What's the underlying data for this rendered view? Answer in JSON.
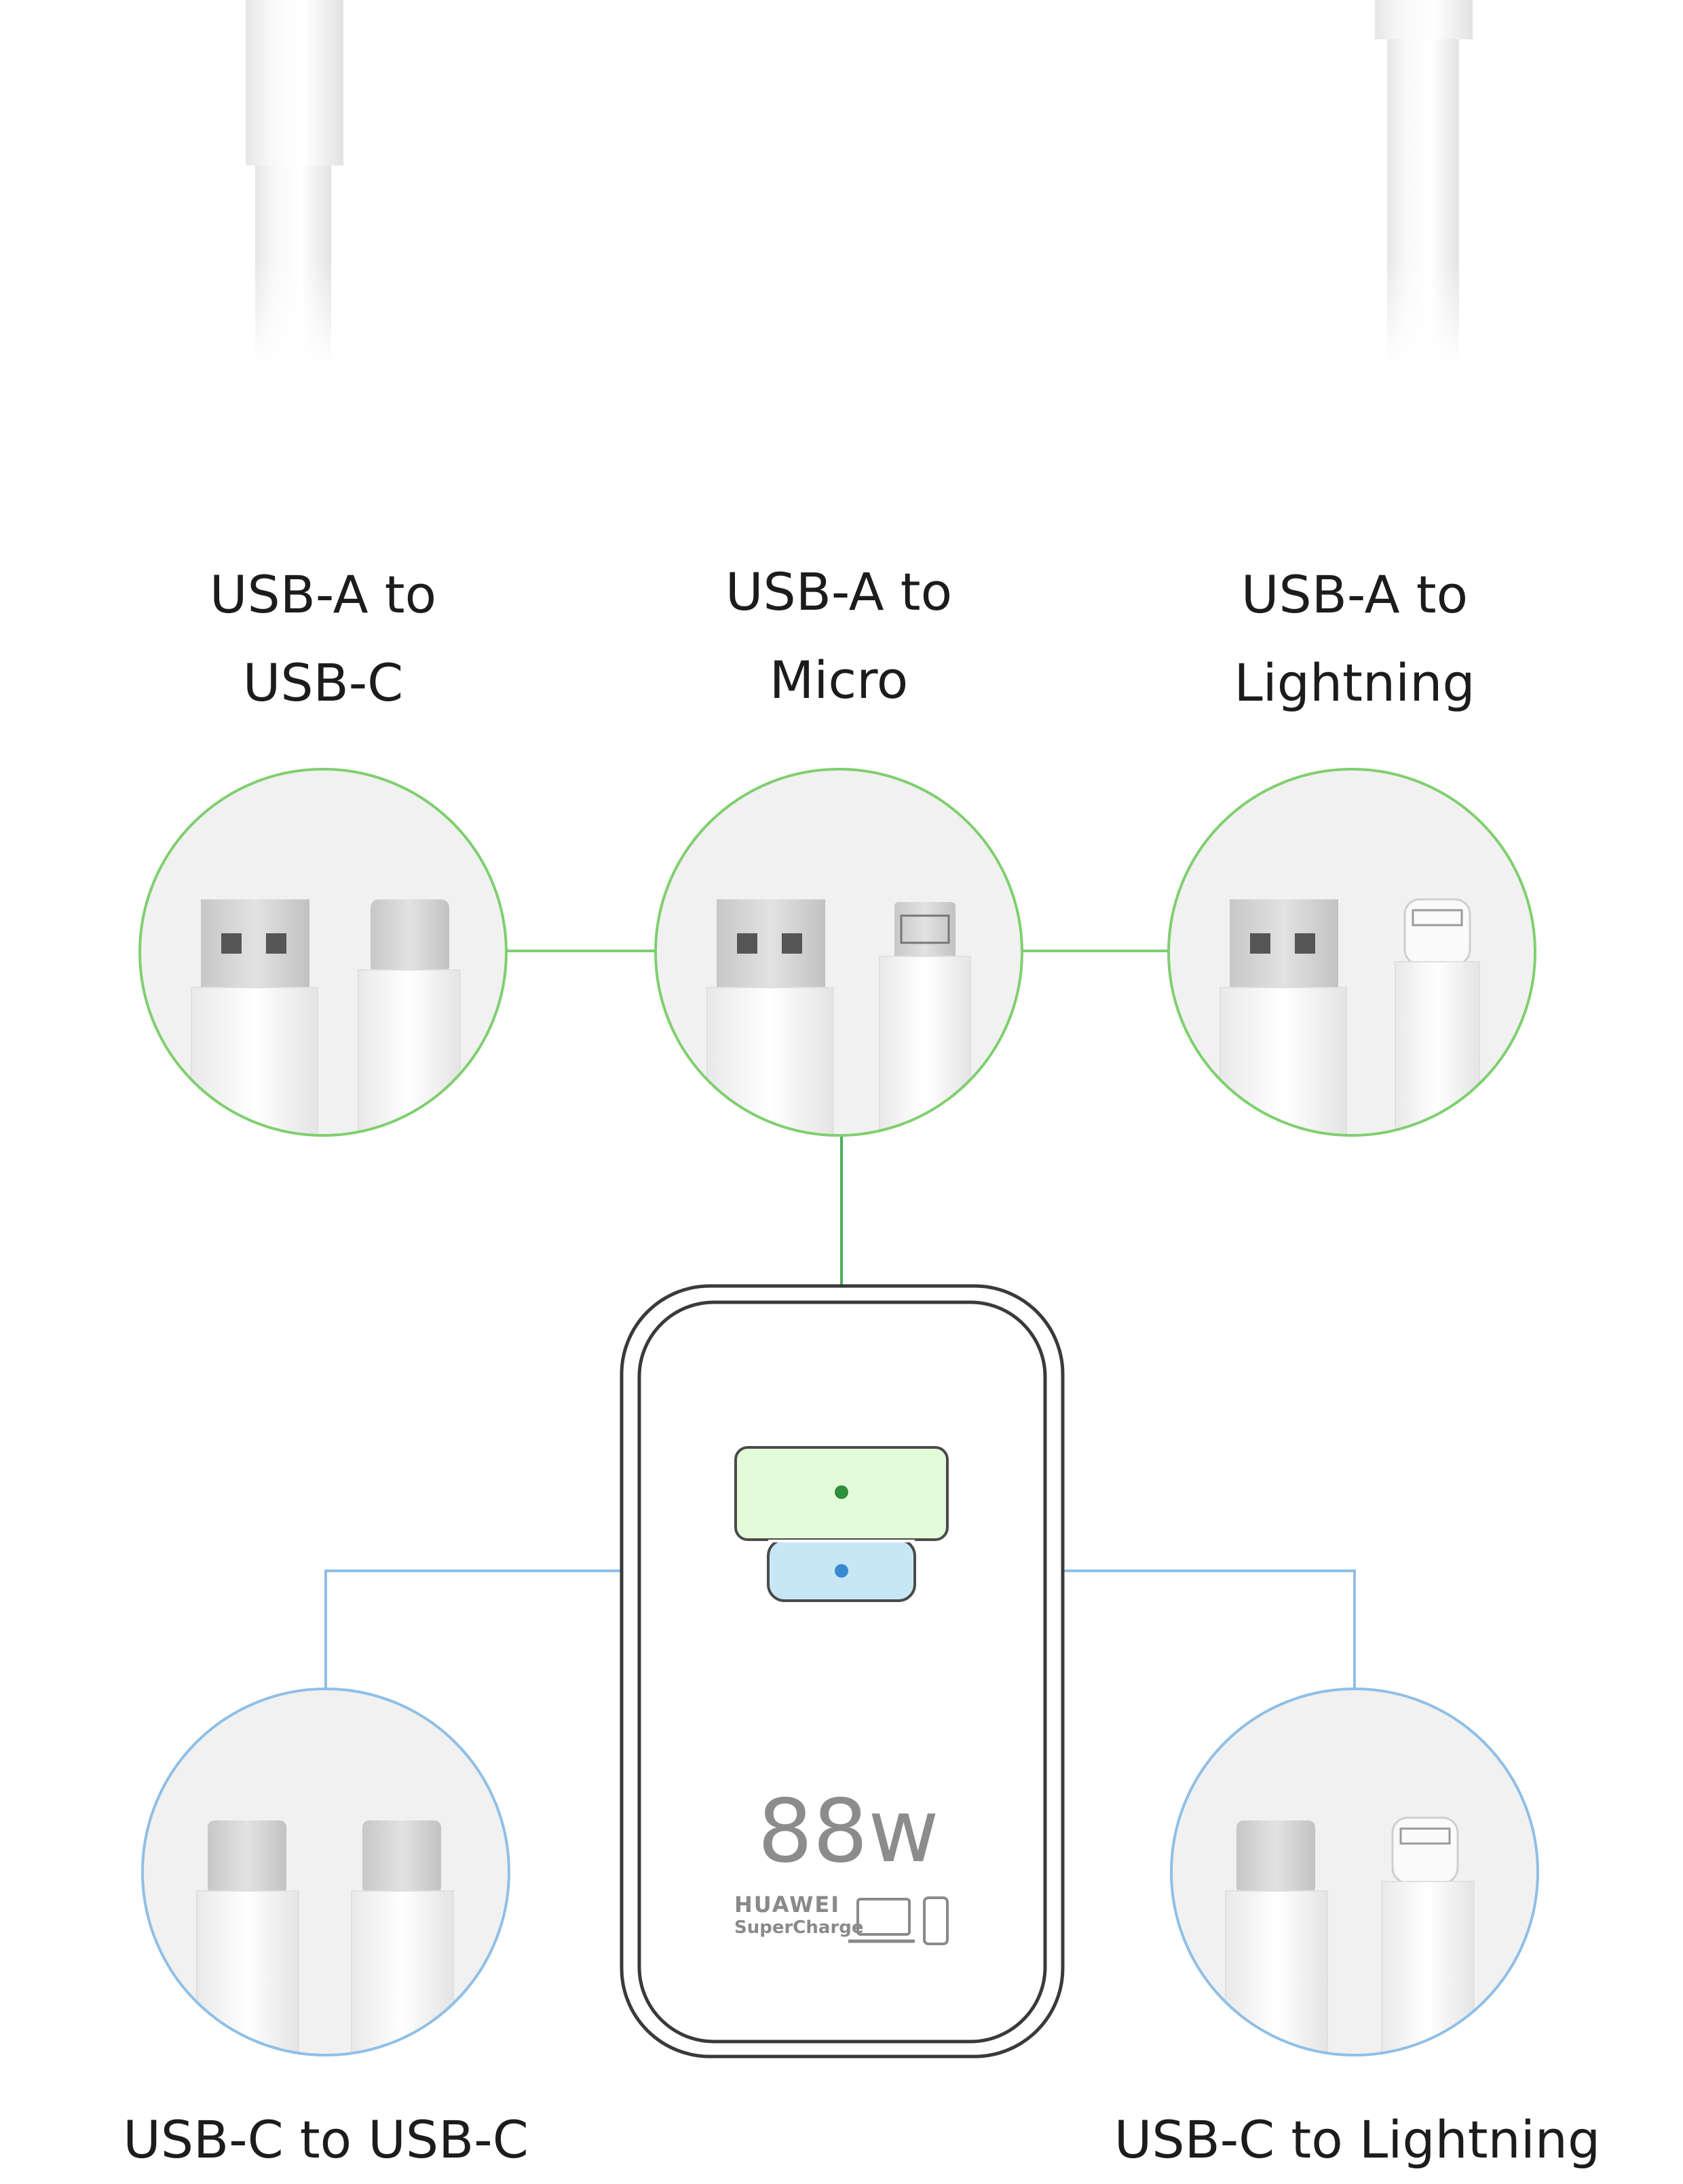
{
  "cables": {
    "usb_a_to_c": {
      "line1": "USB-A to",
      "line2": "USB-C"
    },
    "usb_a_to_micro": {
      "line1": "USB-A to",
      "line2": "Micro"
    },
    "usb_a_to_lightning": {
      "line1": "USB-A to",
      "line2": "Lightning"
    },
    "usb_c_to_c": {
      "text": "USB-C to USB-C"
    },
    "usb_c_to_lightning": {
      "text": "USB-C to Lightning"
    }
  },
  "charger": {
    "wattage": "88w",
    "brand_line1": "HUAWEI",
    "brand_line2": "SuperCharge"
  },
  "colors": {
    "usb_a_accent": "#7fcf6f",
    "usb_c_accent": "#8fbfe6",
    "usb_a_port_fill": "#e4fbd9",
    "usb_c_port_fill": "#c7e7f7"
  }
}
